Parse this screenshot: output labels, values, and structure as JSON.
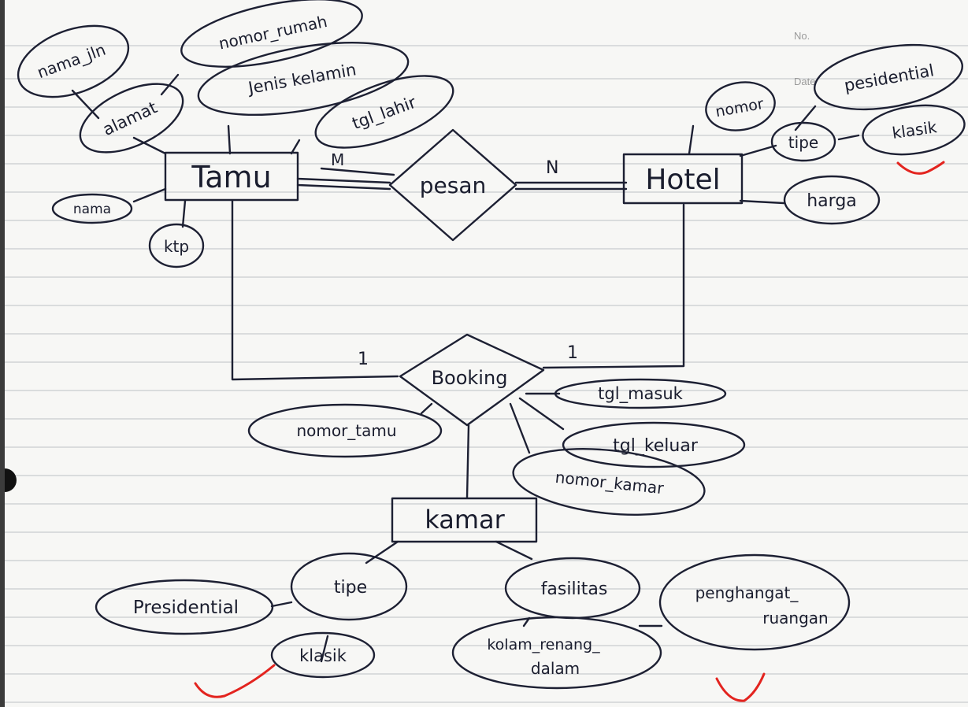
{
  "paper": {
    "no_label": "No.",
    "date_label": "Date"
  },
  "entities": {
    "tamu": "Tamu",
    "hotel": "Hotel",
    "kamar": "kamar"
  },
  "relationships": {
    "pesan": "pesan",
    "booking": "Booking"
  },
  "cardinality": {
    "pesan_tamu": "M",
    "pesan_hotel": "N",
    "booking_tamu": "1",
    "booking_hotel": "1"
  },
  "attributes": {
    "tamu": {
      "nama_jln": "nama_jln",
      "nomor_rumah": "nomor_rumah",
      "alamat": "alamat",
      "jenis_kelamin": "Jenis kelamin",
      "tgl_lahir": "tgl_lahir",
      "nama": "nama",
      "ktp": "ktp"
    },
    "hotel": {
      "nomor": "nomor",
      "tipe": "tipe",
      "presidential": "pesidential",
      "klasik": "klasik",
      "harga": "harga"
    },
    "booking": {
      "nomor_tamu": "nomor_tamu",
      "tgl_masuk": "tgl_masuk",
      "tgl_keluar": "tgl_keluar",
      "nomor_kamar": "nomor_kamar"
    },
    "kamar": {
      "tipe": "tipe",
      "presidential": "Presidential",
      "klasik": "klasik",
      "fasilitas": "fasilitas",
      "penghangat_ruangan_1": "penghangat_",
      "penghangat_ruangan_2": "ruangan",
      "kolam_renang_dalam_1": "kolam_renang_",
      "kolam_renang_dalam_2": "dalam"
    }
  },
  "colors": {
    "ink": "#1d2033",
    "check_marks": "#e3241f",
    "rules": "#c9cbcf",
    "paper": "#f7f7f5"
  }
}
